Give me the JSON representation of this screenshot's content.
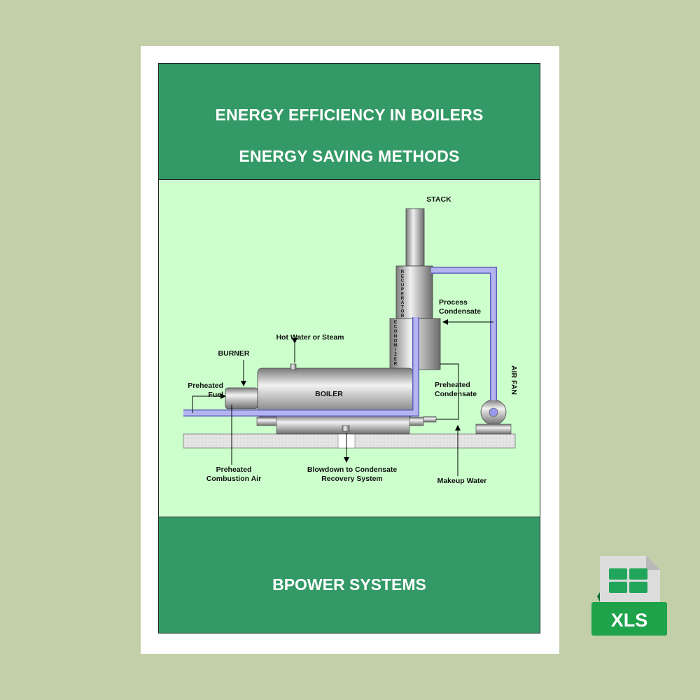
{
  "header": {
    "title": "ENERGY EFFICIENCY IN BOILERS",
    "subtitle": "ENERGY SAVING METHODS"
  },
  "footer": {
    "company": "BPOWER SYSTEMS"
  },
  "diagram": {
    "labels": {
      "stack": "STACK",
      "recuperator": "RECUPERATOR",
      "economizer": "ECONOMIZER",
      "process_condensate": [
        "Process",
        "Condensate"
      ],
      "hot_water": "Hot Water or Steam",
      "burner": "BURNER",
      "boiler": "BOILER",
      "preheated_fuel": [
        "Preheated",
        "Fuel"
      ],
      "preheated_condensate": [
        "Preheated",
        "Condensate"
      ],
      "air_fan": "AIR FAN",
      "preheated_air": [
        "Preheated",
        "Combustion Air"
      ],
      "blowdown": [
        "Blowdown to Condensate",
        "Recovery System"
      ],
      "makeup_water": "Makeup Water"
    }
  },
  "badge": {
    "label": "XLS"
  },
  "colors": {
    "background": "#c3cfa8",
    "header_green": "#339966",
    "diagram_bg": "#ccffcc",
    "pipe": "#a9a9ef",
    "badge_green": "#1fa34a"
  }
}
